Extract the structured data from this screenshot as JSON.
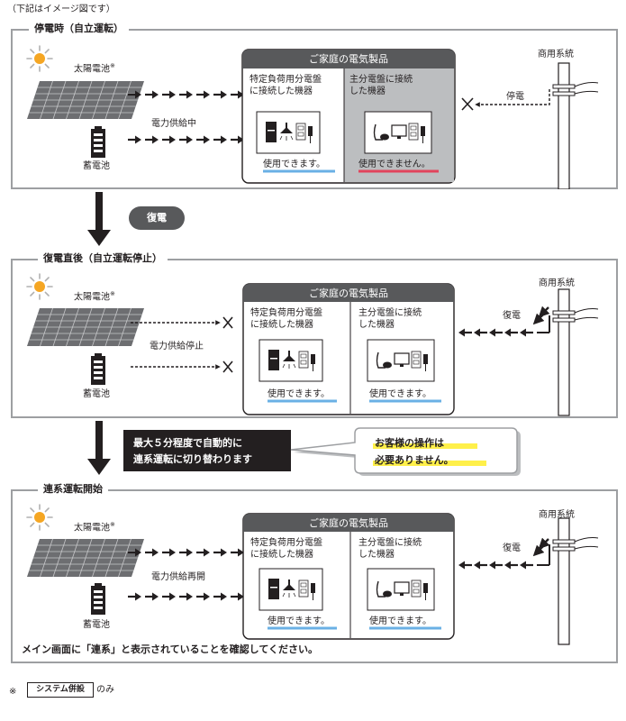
{
  "caption_top": "（下記はイメージ図です）",
  "colors": {
    "frame": "#9d9fa2",
    "house_header": "#58595b",
    "ok_underline": "#6ab0e5",
    "ng_underline": "#e2445c",
    "ng_fill": "#bcbec0",
    "yellow": "#fff04a"
  },
  "scenes": [
    {
      "title": "停電時（自立運転）",
      "solar_label": "太陽電池",
      "solar_mark": "※",
      "battery_label": "蓄電池",
      "supply_label": "電力供給中",
      "house_title": "ご家庭の電気製品",
      "left_panel": {
        "line1": "特定負荷用分電盤",
        "line2": "に接続した機器",
        "status": "使用できます。"
      },
      "right_panel": {
        "line1": "主分電盤に接続",
        "line2": "した機器",
        "status": "使用できません。"
      },
      "grid_label": "商用系統",
      "grid_status": "停電"
    },
    {
      "title": "復電直後（自立運転停止）",
      "solar_label": "太陽電池",
      "solar_mark": "※",
      "battery_label": "蓄電池",
      "supply_label": "電力供給停止",
      "house_title": "ご家庭の電気製品",
      "left_panel": {
        "line1": "特定負荷用分電盤",
        "line2": "に接続した機器",
        "status": "使用できます。"
      },
      "right_panel": {
        "line1": "主分電盤に接続",
        "line2": "した機器",
        "status": "使用できます。"
      },
      "grid_label": "商用系統",
      "grid_status": "復電"
    },
    {
      "title": "連系運転開始",
      "solar_label": "太陽電池",
      "solar_mark": "※",
      "battery_label": "蓄電池",
      "supply_label": "電力供給再開",
      "house_title": "ご家庭の電気製品",
      "left_panel": {
        "line1": "特定負荷用分電盤",
        "line2": "に接続した機器",
        "status": "使用できます。"
      },
      "right_panel": {
        "line1": "主分電盤に接続",
        "line2": "した機器",
        "status": "使用できます。"
      },
      "grid_label": "商用系統",
      "grid_status": "復電",
      "note": "メイン画面に「連系」と表示されていることを確認してください。"
    }
  ],
  "transition1": {
    "badge": "復電"
  },
  "transition2": {
    "line1": "最大５分程度で自動的に",
    "line2": "連系運転に切り替わります",
    "bubble_line1": "お客様の操作は",
    "bubble_line2": "必要ありません。"
  },
  "footnote": {
    "mark": "※",
    "badge": "システム併設",
    "suffix": "のみ"
  }
}
